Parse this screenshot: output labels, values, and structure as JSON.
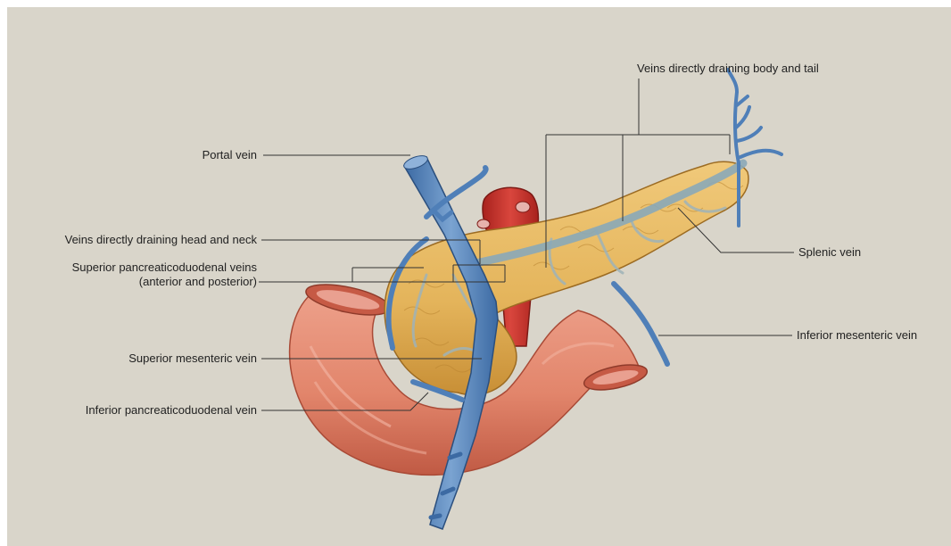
{
  "labels": {
    "veins_body_tail": "Veins directly draining body and tail",
    "portal_vein": "Portal vein",
    "splenic_vein": "Splenic vein",
    "veins_head_neck": "Veins directly draining head and neck",
    "superior_pd_veins_line1": "Superior pancreaticoduodenal veins",
    "superior_pd_veins_line2": "(anterior and posterior)",
    "inferior_mesenteric_vein": "Inferior mesenteric vein",
    "superior_mesenteric_vein": "Superior mesenteric vein",
    "inferior_pd_vein": "Inferior pancreaticoduodenal vein"
  },
  "colors": {
    "background": "#d9d5ca",
    "vein_blue": "#4f7fb8",
    "vein_blue_light": "#7aa3d1",
    "pancreas": "#e4b45b",
    "pancreas_dark": "#c88f36",
    "duodenum": "#e2856b",
    "duodenum_dark": "#c05a44",
    "artery_red": "#c8302a"
  }
}
